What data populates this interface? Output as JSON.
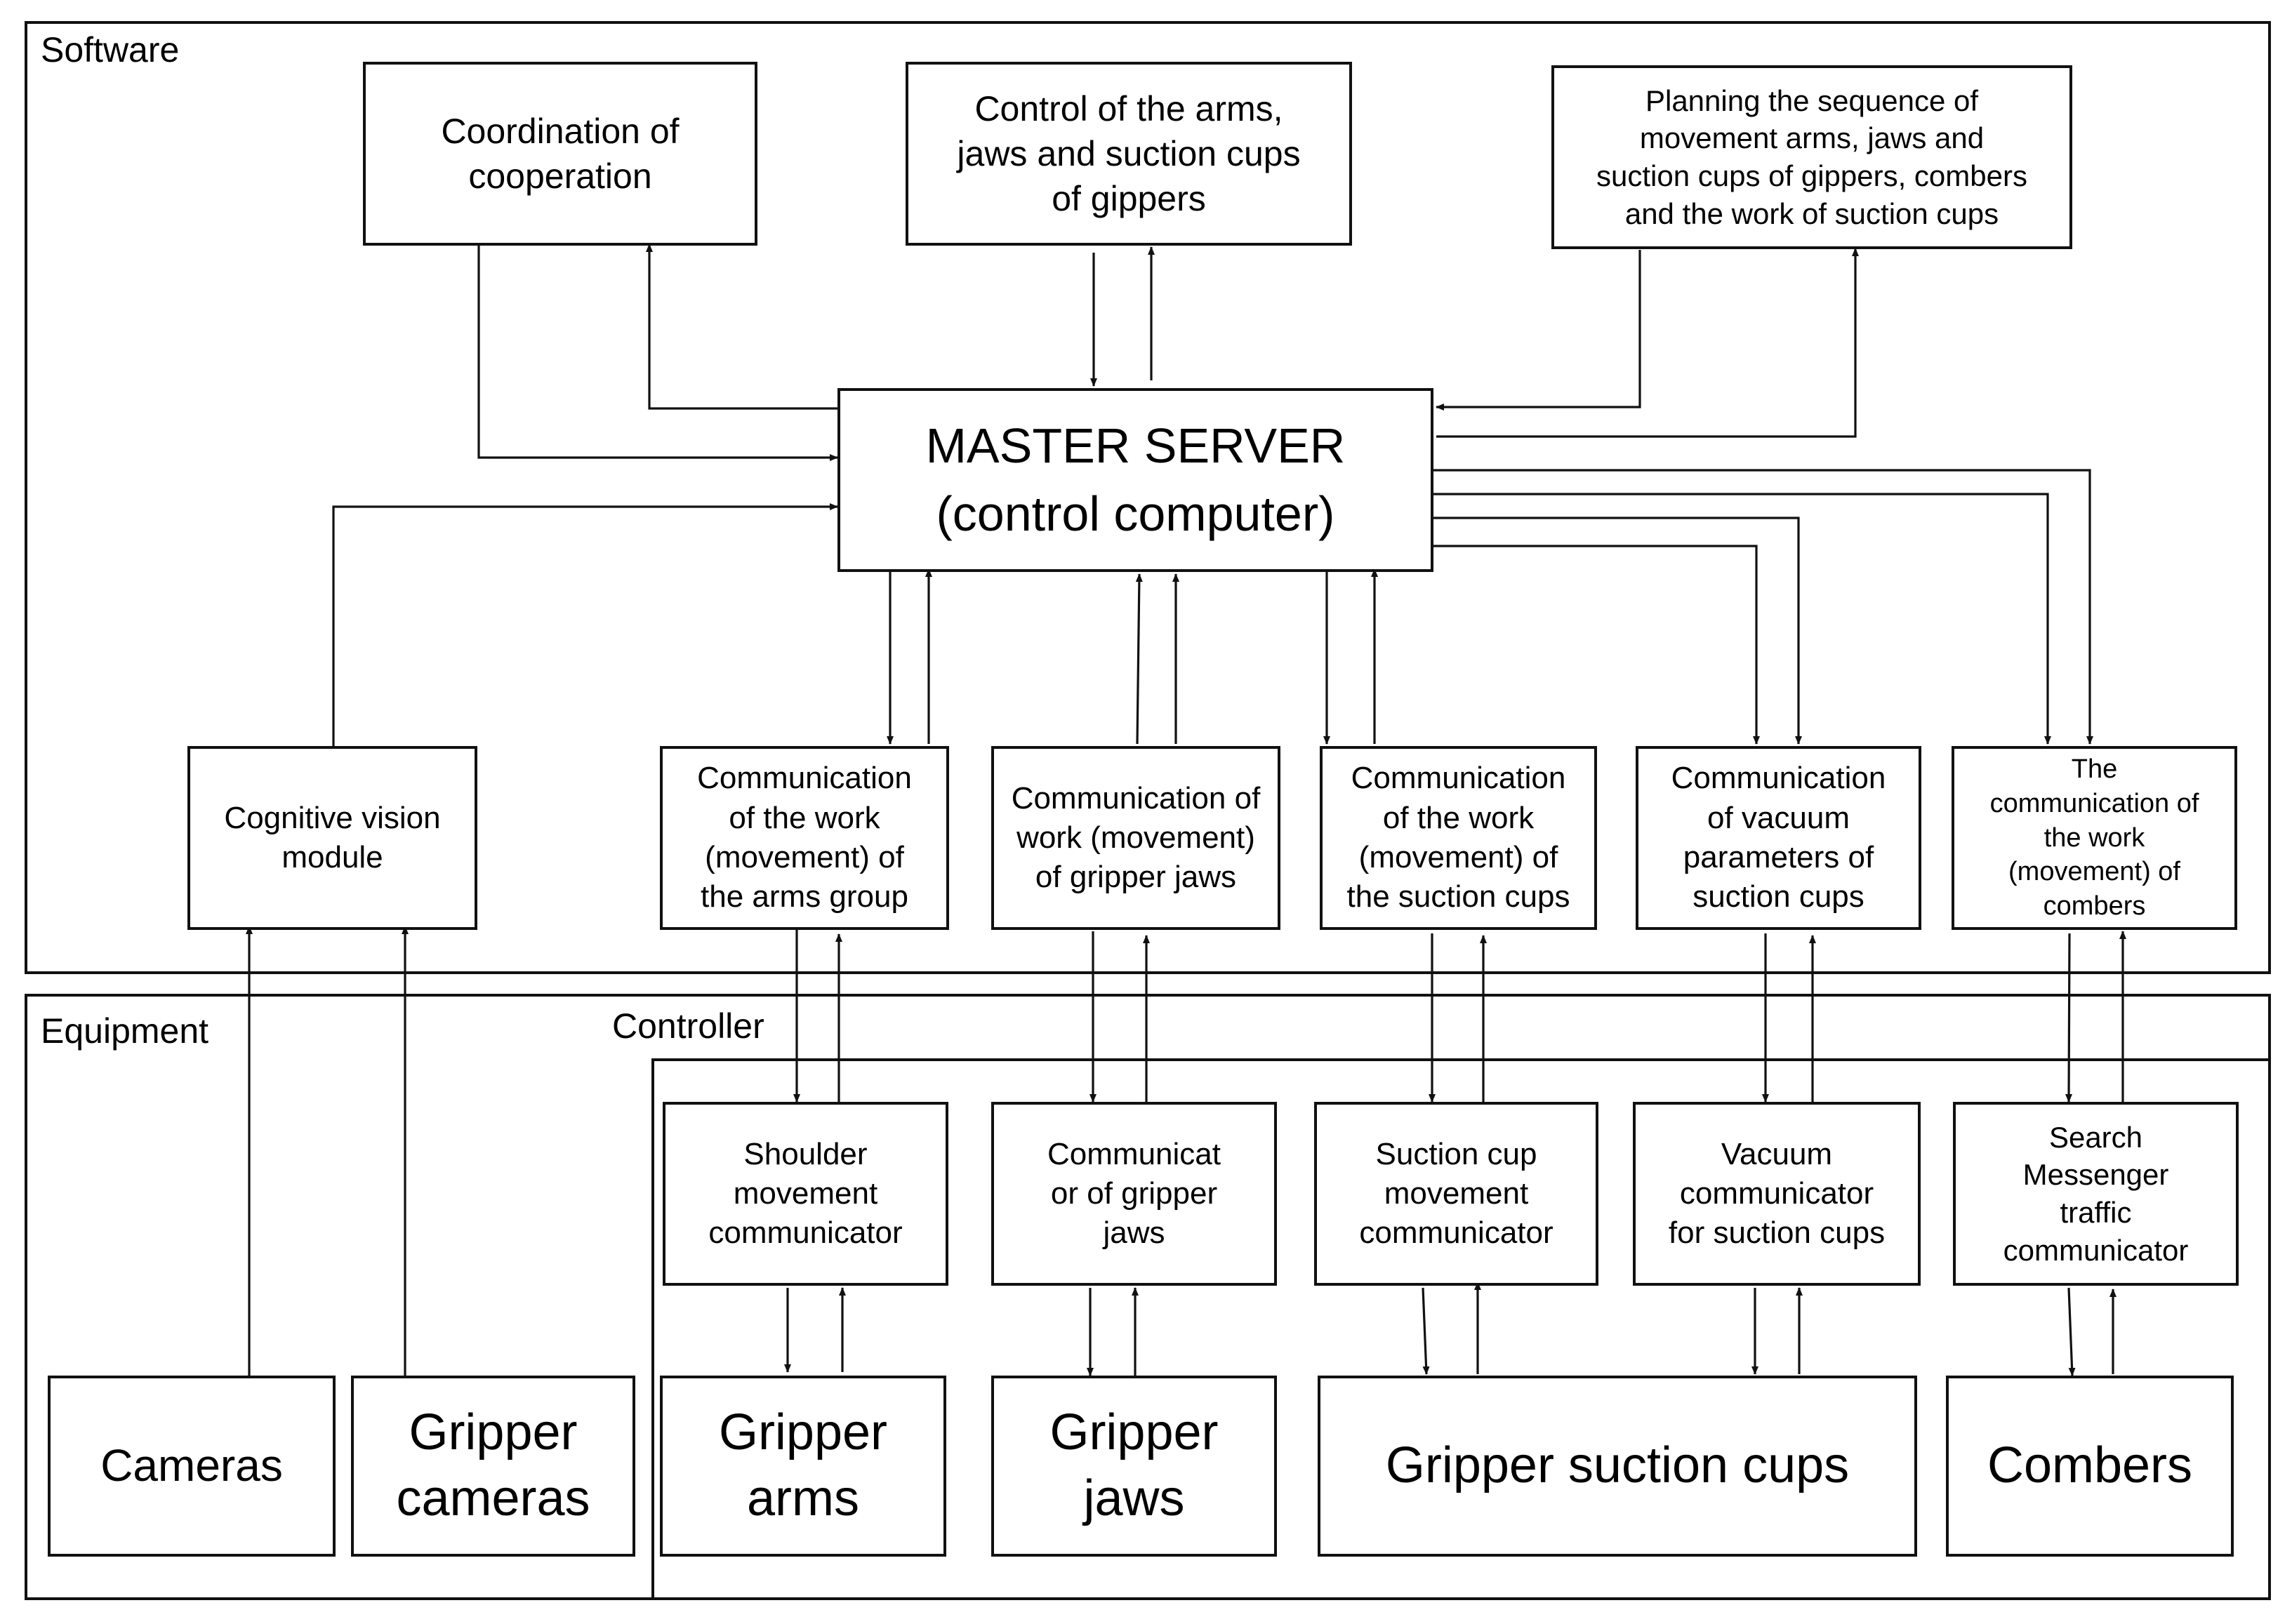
{
  "sections": {
    "software": "Software",
    "equipment": "Equipment",
    "controller": "Controller"
  },
  "software": {
    "coordination": "Coordination of\ncooperation",
    "control": "Control of the arms,\njaws and suction cups\nof gippers",
    "planning": "Planning the sequence of\nmovement arms, jaws and\nsuction cups of gippers, combers\nand the work of suction cups",
    "master_server": "MASTER SERVER\n(control computer)",
    "cognitive_vision": "Cognitive vision\nmodule",
    "comm_arms": "Communication\nof the work\n(movement) of\nthe arms group",
    "comm_jaws": "Communication of\nwork (movement)\nof gripper jaws",
    "comm_suction": "Communication\nof the work\n(movement) of\nthe suction cups",
    "comm_vacuum": "Communication\nof vacuum\nparameters of\nsuction cups",
    "comm_combers": "The\ncommunication of\nthe work\n(movement) of\ncombers"
  },
  "controller": {
    "shoulder": "Shoulder\nmovement\ncommunicator",
    "jaws": "Communicat\nor of  gripper\njaws",
    "suction": "Suction cup\nmovement\ncommunicator",
    "vacuum": "Vacuum\ncommunicator\nfor suction cups",
    "search": "Search\nMessenger\ntraffic\ncommunicator"
  },
  "equipment": {
    "cameras": "Cameras",
    "gripper_cameras": "Gripper\ncameras",
    "gripper_arms": "Gripper\narms",
    "gripper_jaws": "Gripper\njaws",
    "gripper_suction_cups": "Gripper suction cups",
    "combers": "Combers"
  }
}
